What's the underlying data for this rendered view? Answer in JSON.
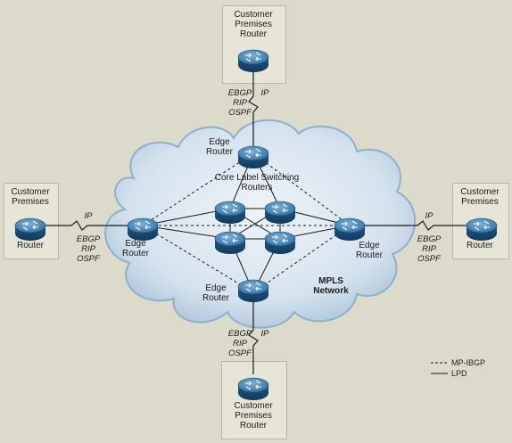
{
  "labels": {
    "customer_premises_router": "Customer Premises Router",
    "customer_premises": "Customer Premises",
    "router": "Router",
    "edge_router": "Edge Router",
    "core_label_switching_routers": "Core Label Switching Routers",
    "mpls_network": "MPLS Network",
    "ip": "IP",
    "ebgp": "EBGP",
    "rip": "RIP",
    "ospf": "OSPF"
  },
  "legend": {
    "dashed": "MP-IBGP",
    "solid": "LPD"
  },
  "colors": {
    "background": "#dcdacb",
    "cloud": "#c9d8e6",
    "router_body": "#2d6a9a"
  },
  "nodes": [
    "customer-router-top",
    "customer-router-left",
    "customer-router-right",
    "customer-router-bottom",
    "edge-router-top",
    "edge-router-left",
    "edge-router-right",
    "edge-router-bottom",
    "core-router-1",
    "core-router-2",
    "core-router-3",
    "core-router-4"
  ]
}
